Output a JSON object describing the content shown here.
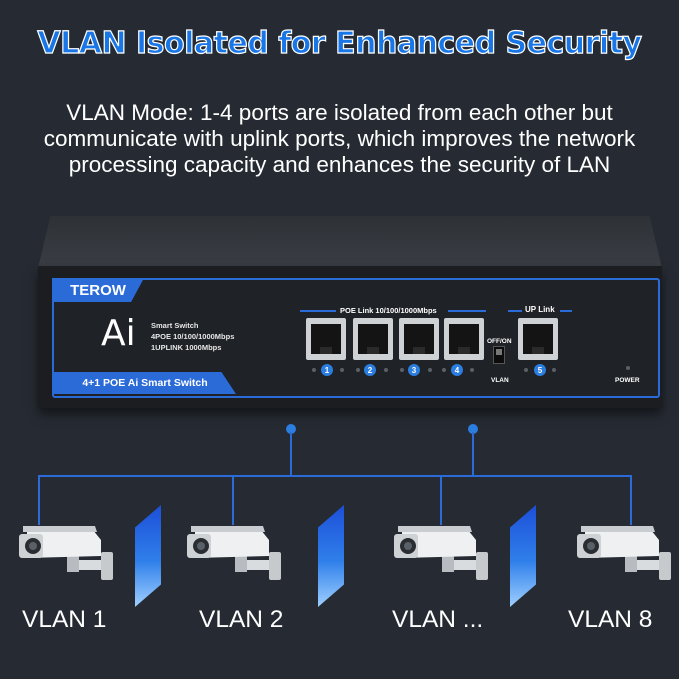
{
  "headline": "VLAN Isolated for Enhanced Security",
  "description": [
    "VLAN Mode: 1-4 ports are isolated from each other but",
    "communicate with uplink ports, which improves the network",
    "processing capacity and enhances the security of LAN"
  ],
  "switch": {
    "brand": "TEROW",
    "logo": "Ai",
    "specs": [
      "Smart Switch",
      "4POE 10/100/1000Mbps",
      "1UPLINK 1000Mbps"
    ],
    "footer": "4+1 POE Ai Smart Switch",
    "poe_group_label": "POE Link 10/100/1000Mbps",
    "uplink_label": "UP Link",
    "port_numbers": [
      "1",
      "2",
      "3",
      "4",
      "5"
    ],
    "switch_state_label": "OFF/ON",
    "vlan_label": "VLAN",
    "power_label": "POWER",
    "accent_color": "#2b6bd8"
  },
  "cameras": [
    {
      "label": "VLAN 1"
    },
    {
      "label": "VLAN 2"
    },
    {
      "label": "VLAN ..."
    },
    {
      "label": "VLAN 8"
    }
  ]
}
